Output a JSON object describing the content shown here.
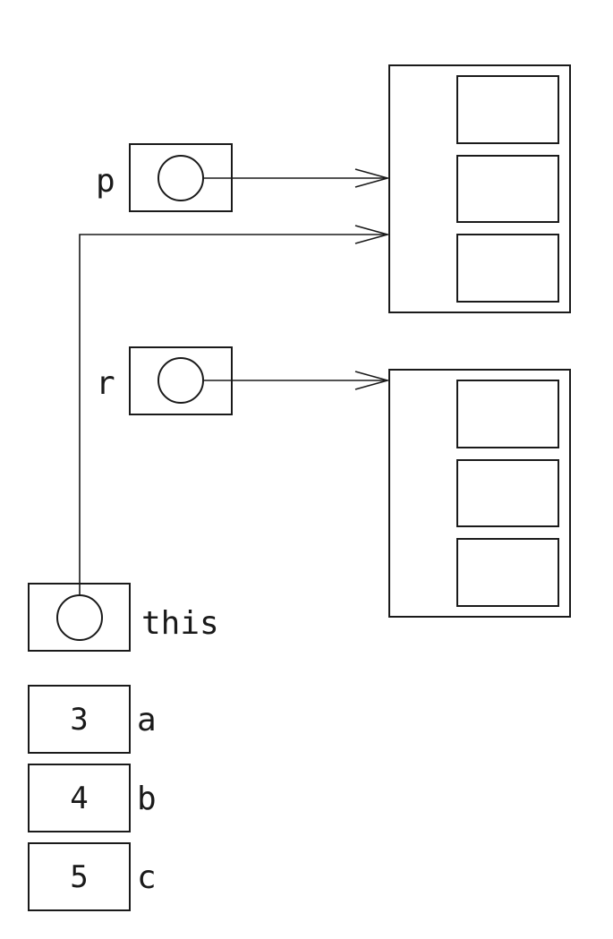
{
  "variables": {
    "p": {
      "label": "p"
    },
    "r": {
      "label": "r"
    },
    "this": {
      "label": "this"
    }
  },
  "fields": [
    {
      "label": "a",
      "value": "3"
    },
    {
      "label": "b",
      "value": "4"
    },
    {
      "label": "c",
      "value": "5"
    }
  ],
  "objects": {
    "first": {
      "slots": 3
    },
    "second": {
      "slots": 3
    }
  }
}
